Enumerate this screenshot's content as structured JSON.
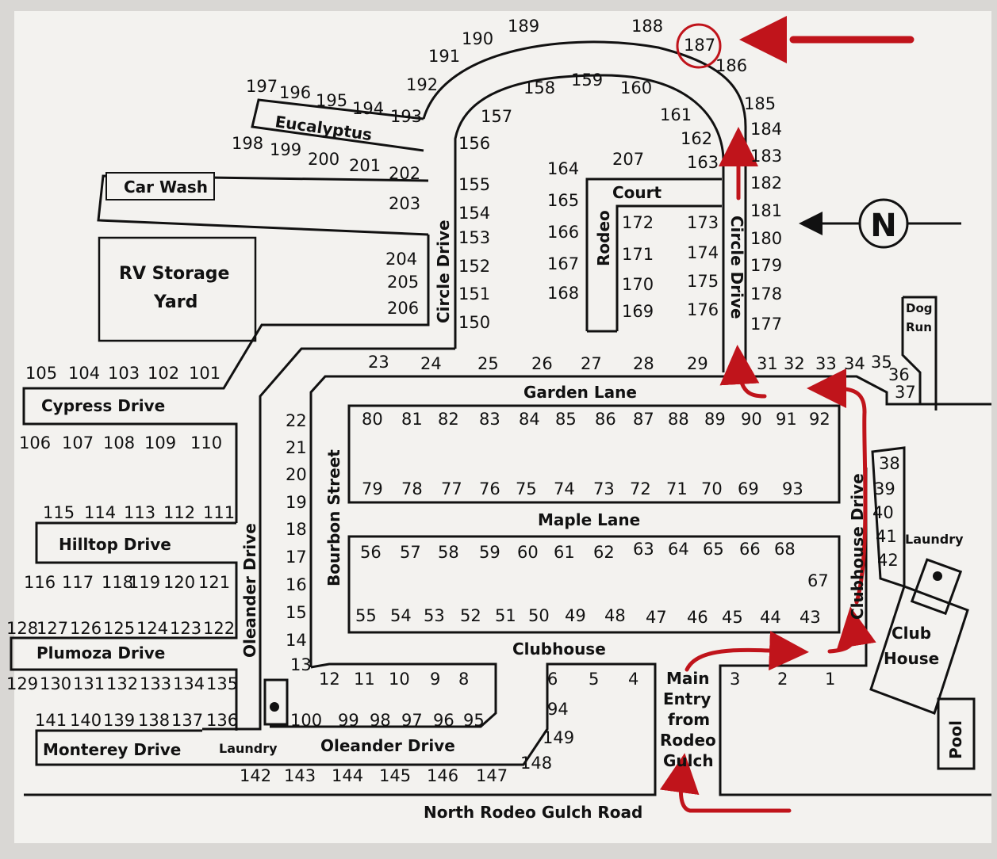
{
  "colors": {
    "paper": "#f3f2ef",
    "ink": "#111111",
    "route": "#c0141b",
    "background": "#d9d7d4"
  },
  "labels": {
    "eucalyptus": "Eucalyptus",
    "car_wash": "Car Wash",
    "rv_storage_1": "RV Storage",
    "rv_storage_2": "Yard",
    "circle_drive_left": "Circle Drive",
    "circle_drive_right": "Circle Drive",
    "rodeo": "Rodeo",
    "court": "Court",
    "garden_lane": "Garden Lane",
    "cypress_drive": "Cypress Drive",
    "hilltop_drive": "Hilltop Drive",
    "plumoza_drive": "Plumoza Drive",
    "monterey_drive": "Monterey Drive",
    "oleander_drive_vertical": "Oleander Drive",
    "oleander_drive_bottom": "Oleander Drive",
    "bourbon_street": "Bourbon Street",
    "maple_lane": "Maple Lane",
    "clubhouse_road": "Clubhouse",
    "clubhouse_drive": "Clubhouse Drive",
    "laundry_left": "Laundry",
    "laundry_right": "Laundry",
    "club_house_1": "Club",
    "club_house_2": "House",
    "pool": "Pool",
    "dog_run_1": "Dog",
    "dog_run_2": "Run",
    "north": "N",
    "main_entry_1": "Main",
    "main_entry_2": "Entry",
    "main_entry_3": "from",
    "main_entry_4": "Rodeo",
    "main_entry_5": "Gulch",
    "north_rodeo_gulch_road": "North Rodeo Gulch Road"
  },
  "highlighted_lot": "187",
  "lot_groups": {
    "outer_arc": [
      "197",
      "196",
      "195",
      "194",
      "193",
      "192",
      "191",
      "190",
      "189",
      "188",
      "187",
      "186"
    ],
    "right_column": [
      "185",
      "184",
      "183",
      "182",
      "181",
      "180",
      "179",
      "178",
      "177"
    ],
    "eucalyptus_south": [
      "198",
      "199",
      "200",
      "201",
      "202",
      "203"
    ],
    "west_lower": [
      "204",
      "205",
      "206"
    ],
    "inner_arc": [
      "157",
      "158",
      "159",
      "160",
      "161",
      "162",
      "163"
    ],
    "circle_west_inner": [
      "156",
      "155",
      "154",
      "153",
      "152",
      "151",
      "150"
    ],
    "court_west": [
      "164",
      "165",
      "166",
      "167",
      "168"
    ],
    "court_top": [
      "207"
    ],
    "court_left": [
      "172",
      "171",
      "170",
      "169"
    ],
    "court_right": [
      "173",
      "174",
      "175",
      "176"
    ],
    "garden_north": [
      "23",
      "24",
      "25",
      "26",
      "27",
      "28",
      "29"
    ],
    "garden_east": [
      "31",
      "32",
      "33",
      "34",
      "35",
      "36",
      "37"
    ],
    "cypress_north": [
      "105",
      "104",
      "103",
      "102",
      "101"
    ],
    "cypress_south": [
      "106",
      "107",
      "108",
      "109",
      "110"
    ],
    "hilltop_north": [
      "115",
      "114",
      "113",
      "112",
      "111"
    ],
    "hilltop_south": [
      "116",
      "117",
      "118",
      "119",
      "120",
      "121"
    ],
    "plumoza_north": [
      "128",
      "127",
      "126",
      "125",
      "124",
      "123",
      "122"
    ],
    "plumoza_south": [
      "129",
      "130",
      "131",
      "132",
      "133",
      "134",
      "135"
    ],
    "monterey_north": [
      "141",
      "140",
      "139",
      "138",
      "137",
      "136"
    ],
    "bourbon_west": [
      "22",
      "21",
      "20",
      "19",
      "18",
      "17",
      "16",
      "15",
      "14",
      "13"
    ],
    "garden_south": [
      "80",
      "81",
      "82",
      "83",
      "84",
      "85",
      "86",
      "87",
      "88",
      "89",
      "90",
      "91",
      "92"
    ],
    "maple_north": [
      "79",
      "78",
      "77",
      "76",
      "75",
      "74",
      "73",
      "72",
      "71",
      "70",
      "69",
      "93"
    ],
    "maple_south": [
      "56",
      "57",
      "58",
      "59",
      "60",
      "61",
      "62",
      "63",
      "64",
      "65",
      "66",
      "68"
    ],
    "lot_67": [
      "67"
    ],
    "clubhouse_north": [
      "55",
      "54",
      "53",
      "52",
      "51",
      "50",
      "49",
      "48",
      "47",
      "46",
      "45",
      "44",
      "43"
    ],
    "oleander_north": [
      "12",
      "11",
      "10",
      "9",
      "8"
    ],
    "oleander_south": [
      "100",
      "99",
      "98",
      "97",
      "96",
      "95"
    ],
    "block_six": [
      "6",
      "5",
      "4"
    ],
    "block_six_side": [
      "94",
      "149",
      "148"
    ],
    "bottom_row": [
      "142",
      "143",
      "144",
      "145",
      "146",
      "147"
    ],
    "entry_east": [
      "3",
      "2",
      "1"
    ],
    "clubhouse_east": [
      "38",
      "39",
      "40",
      "41",
      "42"
    ]
  }
}
